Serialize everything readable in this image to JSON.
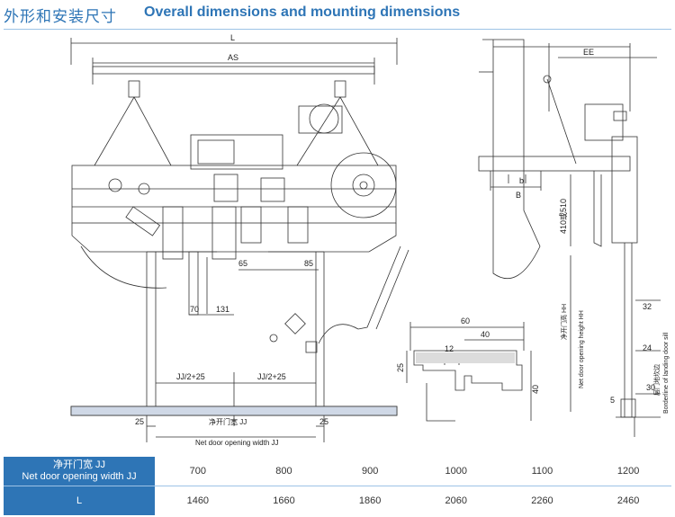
{
  "header": {
    "title_cn": "外形和安装尺寸",
    "title_en": "Overall dimensions and mounting dimensions"
  },
  "front_view_labels": {
    "L": "L",
    "AS": "AS",
    "dim_70": "70",
    "dim_131": "131",
    "dim_65": "65",
    "dim_85": "85",
    "half_left": "JJ/2+25",
    "half_right": "JJ/2+25",
    "dim_25_left": "25",
    "dim_25_right": "25",
    "net_width_cn": "净开门宽 JJ",
    "net_width_en": "Net door opening width  JJ"
  },
  "side_view_labels": {
    "EE": "EE",
    "b": "b",
    "B": "B",
    "h410": "410或510",
    "height_cn": "净开门高 HH",
    "height_en": "Net door opening height HH",
    "dim_32": "32",
    "dim_24": "24",
    "dim_30": "30",
    "dim_5": "5",
    "sill_cn": "层门地坎边",
    "sill_en": "Borderline of landing door sill"
  },
  "section_view_labels": {
    "dim_60": "60",
    "dim_40_top": "40",
    "dim_12": "12",
    "dim_25": "25",
    "dim_40_side": "40"
  },
  "table": {
    "row1_label_cn": "净开门宽 JJ",
    "row1_label_en": "Net door opening width JJ",
    "row1_values": [
      "700",
      "800",
      "900",
      "1000",
      "1100",
      "1200"
    ],
    "row2_label": "L",
    "row2_values": [
      "1460",
      "1660",
      "1860",
      "2060",
      "2260",
      "2460"
    ]
  }
}
